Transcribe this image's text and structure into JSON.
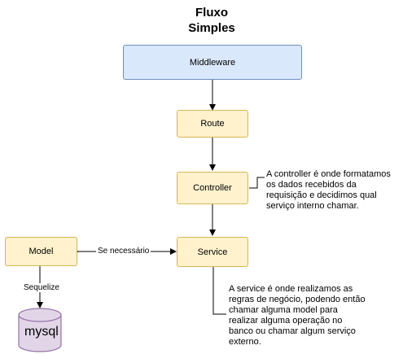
{
  "title": {
    "line1": "Fluxo",
    "line2": "Simples"
  },
  "nodes": {
    "middleware": "Middleware",
    "route": "Route",
    "controller": "Controller",
    "service": "Service",
    "model": "Model",
    "database": "mysql"
  },
  "edges": {
    "model_service": "Se necessário",
    "model_database": "Sequelize"
  },
  "notes": {
    "controller": [
      "A controller é onde formatamos",
      "os dados recebidos da",
      "requisição e decidimos qual",
      "serviço interno chamar."
    ],
    "service": [
      "A service é onde realizamos as",
      "regras de negócio, podendo então",
      "chamar alguma model para",
      "realizar alguma operação no",
      "banco ou chamar algum serviço",
      "externo."
    ]
  },
  "colors": {
    "blue_fill": "#dae8fc",
    "blue_stroke": "#6c8ebf",
    "yellow_fill": "#fff2cc",
    "yellow_stroke": "#d6b656",
    "db_fill": "#e1d5e7",
    "db_stroke": "#9673a6"
  }
}
